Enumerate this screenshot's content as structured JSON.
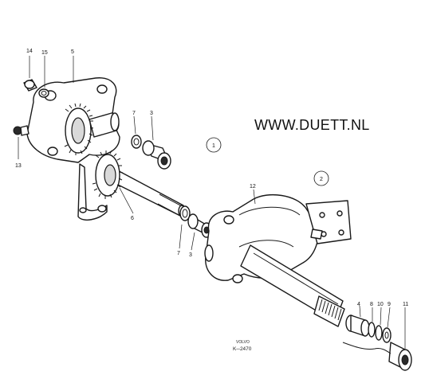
{
  "watermark": "WWW.DUETT.NL",
  "maker": "VOLVO",
  "ref_code": "K─2470",
  "callouts": {
    "c14": "14",
    "c15": "15",
    "c5": "5",
    "c13": "13",
    "c7a": "7",
    "c3a": "3",
    "c6": "6",
    "c7b": "7",
    "c3b": "3",
    "c12": "12",
    "c1": "1",
    "c2": "2",
    "c4": "4",
    "c8": "8",
    "c10": "10",
    "c9": "9",
    "c11": "11"
  },
  "colors": {
    "line": "#1a1a1a",
    "background": "#ffffff"
  }
}
